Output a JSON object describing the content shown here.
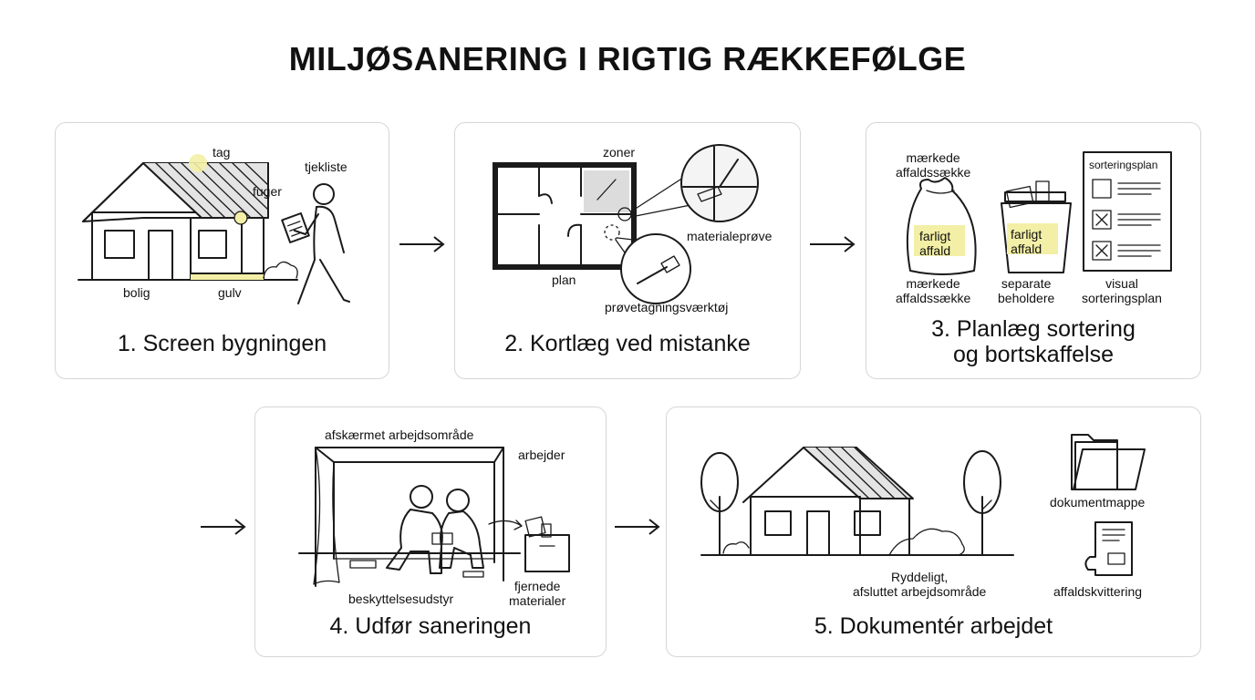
{
  "title": "MILJØSANERING I RIGTIG RÆKKEFØLGE",
  "colors": {
    "highlight": "#f3efa6",
    "fill_gray": "#e4e4e4",
    "border": "#d6d6d6",
    "ink": "#1a1a1a"
  },
  "steps": [
    {
      "heading": "1. Screen bygningen",
      "labels": {
        "tag": "tag",
        "fuger": "fuger",
        "tjekliste": "tjekliste",
        "bolig": "bolig",
        "gulv": "gulv"
      }
    },
    {
      "heading": "2. Kortlæg ved mistanke",
      "labels": {
        "zoner": "zoner",
        "materialeprove": "materialeprøve",
        "plan": "plan",
        "vaerktoj": "prøvetagningsværktøj"
      }
    },
    {
      "heading_line1": "3. Planlæg sortering",
      "heading_line2": "og bortskaffelse",
      "labels": {
        "top_sack_1": "mærkede",
        "top_sack_2": "affaldssække",
        "plan_header": "sorteringsplan",
        "hazard": "farligt",
        "hazard_2": "affald",
        "bottom_sack_1": "mærkede",
        "bottom_sack_2": "affaldssække",
        "containers_1": "separate",
        "containers_2": "beholdere",
        "visual_1": "visual",
        "visual_2": "sorteringsplan"
      }
    },
    {
      "heading": "4. Udfør saneringen",
      "labels": {
        "area": "afskærmet arbejdsområde",
        "worker": "arbejder",
        "equipment": "beskyttelsesudstyr",
        "removed_1": "fjernede",
        "removed_2": "materialer"
      }
    },
    {
      "heading": "5. Dokumentér arbejdet",
      "labels": {
        "folder": "dokumentmappe",
        "clean_1": "Ryddeligt,",
        "clean_2": "afsluttet arbejdsområde",
        "receipt": "affaldskvittering"
      }
    }
  ]
}
